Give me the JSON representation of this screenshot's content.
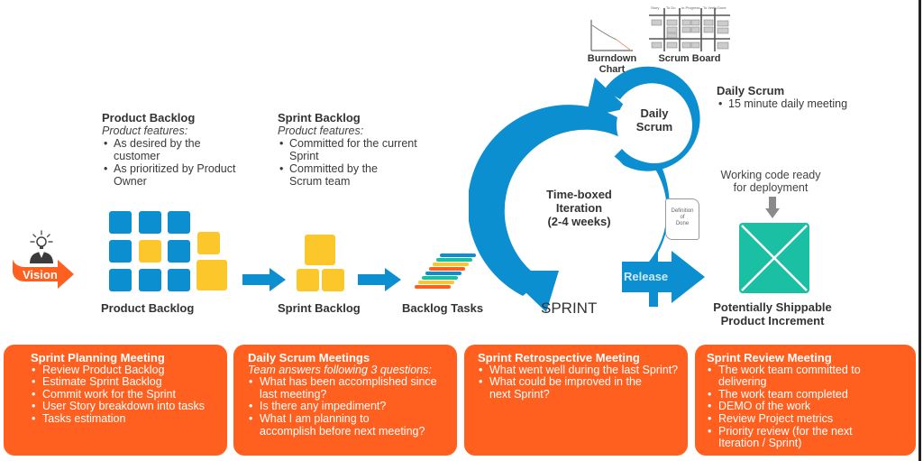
{
  "vision": {
    "label": "Vision",
    "icon": "idea-person-icon",
    "color": "#ff6020"
  },
  "product_backlog": {
    "title": "Product Backlog",
    "subtitle": "Product features:",
    "bullets": [
      "As desired by the customer",
      "As prioritized by Product Owner"
    ],
    "caption": "Product Backlog"
  },
  "sprint_backlog": {
    "title": "Sprint Backlog",
    "subtitle": "Product features:",
    "bullets": [
      "Committed for the current Sprint",
      "Committed by the Scrum team"
    ],
    "caption": "Sprint Backlog"
  },
  "backlog_tasks": {
    "caption": "Backlog Tasks"
  },
  "sprint": {
    "loop_text_line1": "Time-boxed",
    "loop_text_line2": "Iteration",
    "loop_text_line3": "(2-4 weeks)",
    "daily_line1": "Daily",
    "daily_line2": "Scrum",
    "release_label": "Release",
    "caption": "SPRINT",
    "definition_of_done_line1": "Definition",
    "definition_of_done_line2": "of",
    "definition_of_done_line3": "Done"
  },
  "artifacts": {
    "burndown_line1": "Burndown",
    "burndown_line2": "Chart",
    "scrum_board": "Scrum Board",
    "board_columns": [
      "Story",
      "To Do",
      "In Progress",
      "To Verify",
      "Done"
    ]
  },
  "daily_scrum": {
    "title": "Daily Scrum",
    "bullets": [
      "15 minute daily meeting"
    ]
  },
  "increment": {
    "note_line1": "Working code ready",
    "note_line2": "for deployment",
    "caption_line1": "Potentially Shippable",
    "caption_line2": "Product Increment"
  },
  "colors": {
    "blue": "#0b8fd1",
    "yellow": "#fcc72a",
    "orange": "#ff6020",
    "teal": "#1bbfa3",
    "gray_arrow": "#8a8a8a"
  },
  "panels": [
    {
      "title": "Sprint Planning Meeting",
      "subtitle": "",
      "bullets": [
        "Review Product Backlog",
        "Estimate Sprint Backlog",
        "Commit work for the Sprint",
        "User Story breakdown into tasks",
        "Tasks estimation"
      ]
    },
    {
      "title": "Daily Scrum Meetings",
      "subtitle": "Team answers following 3 questions:",
      "bullets": [
        "What has been accomplished since last meeting?",
        "Is there any impediment?",
        "What I am planning to accomplish before next meeting?"
      ]
    },
    {
      "title": "Sprint Retrospective Meeting",
      "subtitle": "",
      "bullets": [
        "What went well during the last Sprint?",
        "What could be improved in the next Sprint?"
      ]
    },
    {
      "title": "Sprint Review Meeting",
      "subtitle": "",
      "bullets": [
        "The work team committed to delivering",
        "The work team completed",
        "DEMO of the work",
        "Review Project metrics",
        "Priority review (for the next Iteration / Sprint)"
      ]
    }
  ]
}
